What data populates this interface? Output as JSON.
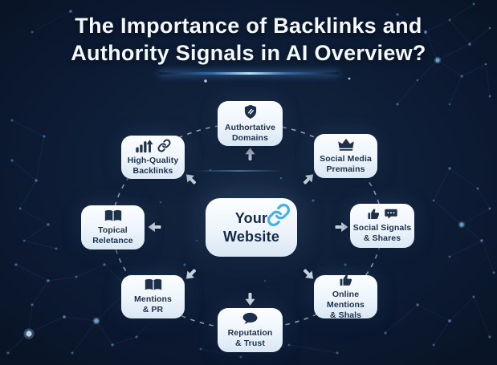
{
  "title": {
    "line1": "The Importance of Backlinks and",
    "line2": "Authority Signals in AI Overview?"
  },
  "center": {
    "label_line1": "Your",
    "label_line2": "Website",
    "icon": "chain-link-icon"
  },
  "nodes": [
    {
      "id": "authortative-domains",
      "position": "top",
      "label_line1": "Authortative",
      "label_line2": "Domains",
      "icon": "shield-icon"
    },
    {
      "id": "social-media-premains",
      "position": "top-right",
      "label_line1": "Social Media",
      "label_line2": "Premains",
      "icon": "crown-icon"
    },
    {
      "id": "social-signals-shares",
      "position": "right",
      "label_line1": "Social Signals",
      "label_line2": "& Shares",
      "icon": "thumbs-up-icon + chat-dots-icon"
    },
    {
      "id": "online-mentions-shals",
      "position": "bottom-right",
      "label_line1": "Online Mentions",
      "label_line2": "& Shals",
      "icon": "thumbs-up-icon"
    },
    {
      "id": "reputation-trust",
      "position": "bottom",
      "label_line1": "Reputation",
      "label_line2": "& Trust",
      "icon": "speech-bubble-icon"
    },
    {
      "id": "mentions-pr",
      "position": "bottom-left",
      "label_line1": "Mentions",
      "label_line2": "& PR",
      "icon": "open-book-icon"
    },
    {
      "id": "topical-reletance",
      "position": "left",
      "label_line1": "Topical",
      "label_line2": "Reletance",
      "icon": "open-book-icon"
    },
    {
      "id": "high-quality-backlinks",
      "position": "top-left",
      "label_line1": "High-Quality",
      "label_line2": "Backlinks",
      "icon": "bar-chart-icon + chain-link-icon"
    }
  ],
  "colors": {
    "background": "#0f1f38",
    "card": "#edf4fb",
    "card_text": "#1d3049",
    "accent_link": "#45aee5",
    "arrow": "#ccd7e4",
    "dashed_ring": "#b6c4d6",
    "title_text": "#f3f8fe"
  }
}
